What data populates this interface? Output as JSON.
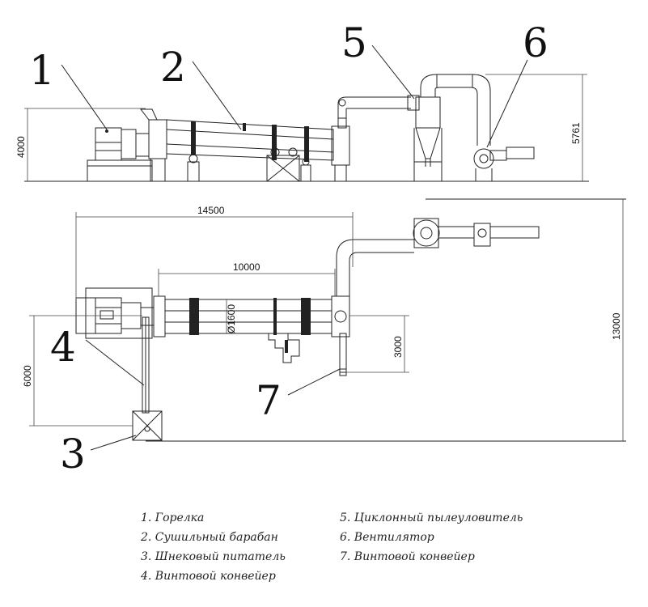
{
  "callouts": {
    "c1": "1",
    "c2": "2",
    "c3": "3",
    "c4": "4",
    "c5": "5",
    "c6": "6",
    "c7": "7"
  },
  "dimensions": {
    "height_total": "4000",
    "height_fan": "5761",
    "length_total": "14500",
    "length_drum": "10000",
    "diameter_drum": "Ø1600",
    "conveyor_offset": "3000",
    "width_left": "6000",
    "width_total": "13000"
  },
  "legend": {
    "left": [
      "1. Горелка",
      "2. Сушильный барабан",
      "3. Шнековый питатель",
      "4. Винтовой конвейер"
    ],
    "right": [
      "5. Циклонный пылеуловитель",
      "6. Вентилятор",
      "7. Винтовой конвейер"
    ]
  }
}
